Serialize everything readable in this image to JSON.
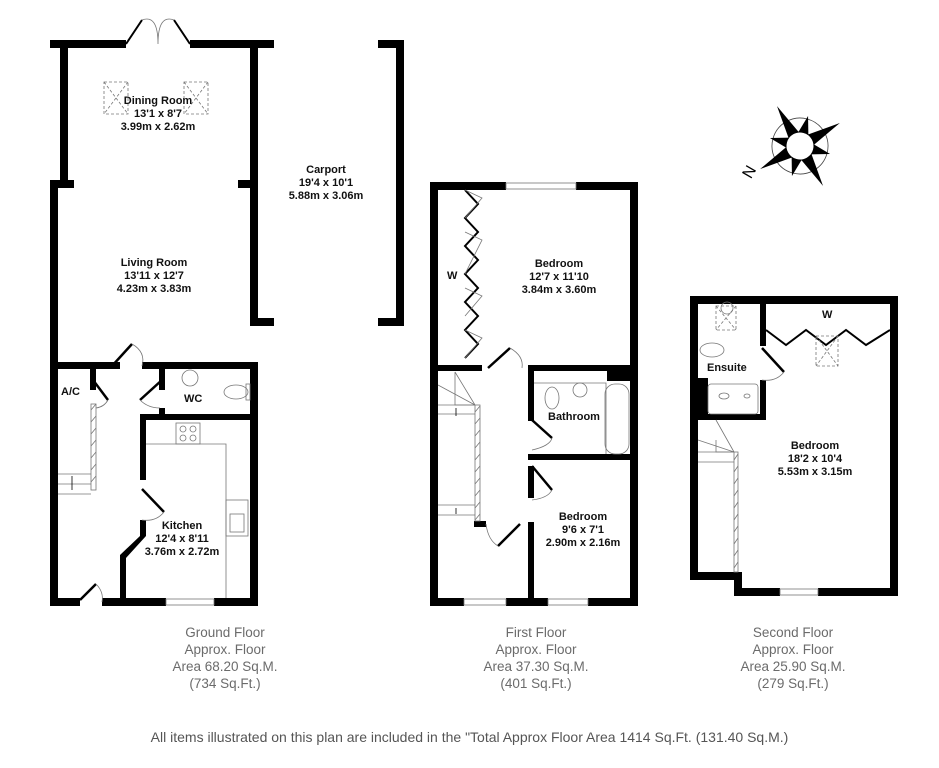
{
  "plan": {
    "compass": {
      "icon": "compass-rose-icon",
      "north_label": "N"
    },
    "ground_floor": {
      "caption": {
        "name": "Ground Floor",
        "line2": "Approx. Floor",
        "area_sqm": "Area 68.20 Sq.M.",
        "area_sqft": "(734 Sq.Ft.)"
      },
      "rooms": [
        {
          "name": "Dining Room",
          "imperial": "13'1 x 8'7",
          "metric": "3.99m x 2.62m"
        },
        {
          "name": "Living Room",
          "imperial": "13'11 x 12'7",
          "metric": "4.23m x 3.83m"
        },
        {
          "name": "Kitchen",
          "imperial": "12'4 x 8'11",
          "metric": "3.76m x 2.72m"
        },
        {
          "name": "Carport",
          "imperial": "19'4 x 10'1",
          "metric": "5.88m x 3.06m"
        }
      ],
      "labels": {
        "ac": "A/C",
        "wc": "WC"
      }
    },
    "first_floor": {
      "caption": {
        "name": "First Floor",
        "line2": "Approx. Floor",
        "area_sqm": "Area 37.30 Sq.M.",
        "area_sqft": "(401 Sq.Ft.)"
      },
      "rooms": [
        {
          "name": "Bedroom",
          "imperial": "12'7 x 11'10",
          "metric": "3.84m x 3.60m"
        },
        {
          "name": "Bedroom",
          "imperial": "9'6 x 7'1",
          "metric": "2.90m x 2.16m"
        }
      ],
      "labels": {
        "wardrobe": "W",
        "bathroom": "Bathroom"
      }
    },
    "second_floor": {
      "caption": {
        "name": "Second Floor",
        "line2": "Approx. Floor",
        "area_sqm": "Area 25.90 Sq.M.",
        "area_sqft": "(279 Sq.Ft.)"
      },
      "rooms": [
        {
          "name": "Bedroom",
          "imperial": "18'2 x 10'4",
          "metric": "5.53m x 3.15m"
        }
      ],
      "labels": {
        "wardrobe": "W",
        "ensuite": "Ensuite"
      }
    },
    "footer": "All items illustrated on this plan are included in the \"Total Approx Floor Area 1414 Sq.Ft. (131.40 Sq.M.)",
    "colors": {
      "wall": "#000000",
      "fixture": "#777777",
      "caption_text": "#6b6b6b",
      "footer_text": "#555555"
    }
  }
}
